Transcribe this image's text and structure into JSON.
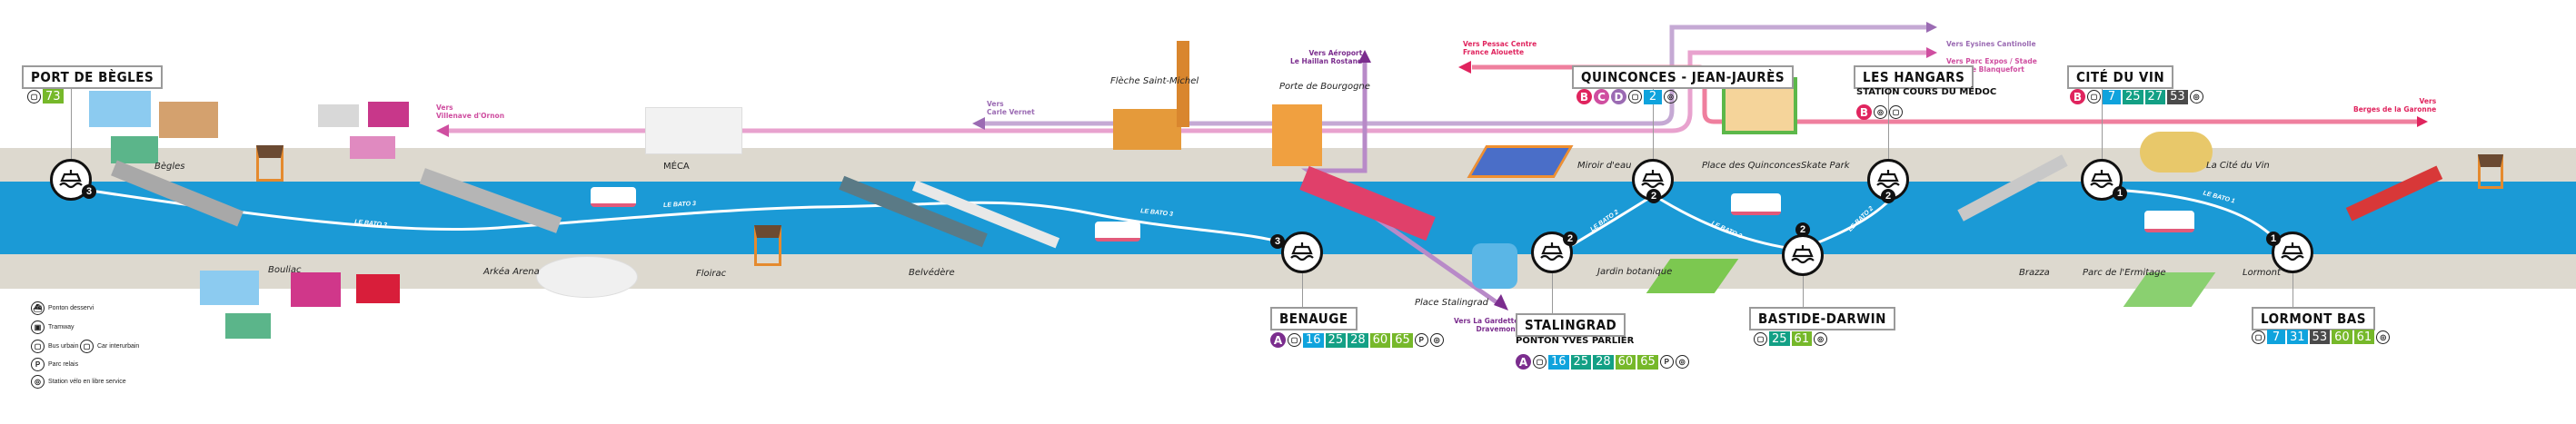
{
  "colors": {
    "river": "#1b9ad6",
    "bank": "#ddd9cf",
    "tram_A": "#7b2d8e",
    "tram_B": "#e0245e",
    "tram_C": "#cf4ea0",
    "tram_D": "#9b6bb3",
    "bus_blue": "#0fa3dd",
    "bus_teal": "#13a085",
    "bus_green": "#76b82a",
    "bus_dark": "#4a4a4a"
  },
  "legend": [
    {
      "icon": "ferry-pier-icon",
      "label": "Ponton desservi"
    },
    {
      "icon": "tram-icon",
      "label": "Tramway"
    },
    {
      "icon": "bus-icon",
      "label": "Bus urbain"
    },
    {
      "icon": "coach-icon",
      "label": "Car interurbain"
    },
    {
      "icon": "park-ride-icon",
      "label": "Parc relais"
    },
    {
      "icon": "bike-share-icon",
      "label": "Station vélo en libre service"
    }
  ],
  "stations": [
    {
      "id": "port-de-begles",
      "name": "PORT DE BÈGLES",
      "subtitle": "",
      "trams": [],
      "buses": [
        {
          "n": "73",
          "c": "green"
        }
      ],
      "services": [],
      "pier_number": "3"
    },
    {
      "id": "benauge",
      "name": "BENAUGE",
      "subtitle": "",
      "trams": [
        "A"
      ],
      "buses": [
        {
          "n": "16",
          "c": "blue"
        },
        {
          "n": "25",
          "c": "teal"
        },
        {
          "n": "28",
          "c": "teal"
        },
        {
          "n": "60",
          "c": "green"
        },
        {
          "n": "65",
          "c": "green"
        }
      ],
      "services": [
        "park-ride",
        "bike"
      ],
      "pier_number": "3"
    },
    {
      "id": "stalingrad",
      "name": "STALINGRAD",
      "subtitle": "PONTON YVES PARLIER",
      "trams": [
        "A"
      ],
      "buses": [
        {
          "n": "16",
          "c": "blue"
        },
        {
          "n": "25",
          "c": "teal"
        },
        {
          "n": "28",
          "c": "teal"
        },
        {
          "n": "60",
          "c": "green"
        },
        {
          "n": "65",
          "c": "green"
        }
      ],
      "services": [
        "park-ride",
        "bike"
      ],
      "pier_number": "2"
    },
    {
      "id": "quinconces",
      "name": "QUINCONCES - JEAN-JAURÈS",
      "subtitle": "",
      "trams": [
        "B",
        "C",
        "D"
      ],
      "buses": [
        {
          "n": "2",
          "c": "blue"
        }
      ],
      "services": [
        "bike"
      ],
      "pier_number": "2"
    },
    {
      "id": "bastide-darwin",
      "name": "BASTIDE-DARWIN",
      "subtitle": "",
      "trams": [],
      "buses": [
        {
          "n": "25",
          "c": "teal"
        },
        {
          "n": "61",
          "c": "green"
        }
      ],
      "services": [
        "bike"
      ],
      "pier_number": "2"
    },
    {
      "id": "les-hangars",
      "name": "LES HANGARS",
      "subtitle": "STATION COURS DU MÉDOC",
      "trams": [
        "B"
      ],
      "buses": [],
      "services": [
        "bike",
        "bus"
      ],
      "pier_number": "2"
    },
    {
      "id": "cite-du-vin",
      "name": "CITÉ DU VIN",
      "subtitle": "",
      "trams": [
        "B"
      ],
      "buses": [
        {
          "n": "7",
          "c": "blue"
        },
        {
          "n": "25",
          "c": "teal"
        },
        {
          "n": "27",
          "c": "teal"
        },
        {
          "n": "53",
          "c": "dark"
        }
      ],
      "services": [
        "bike"
      ],
      "pier_number": "1"
    },
    {
      "id": "lormont-bas",
      "name": "LORMONT BAS",
      "subtitle": "",
      "trams": [],
      "buses": [
        {
          "n": "7",
          "c": "blue"
        },
        {
          "n": "31",
          "c": "blue"
        },
        {
          "n": "53",
          "c": "dark"
        },
        {
          "n": "60",
          "c": "green"
        },
        {
          "n": "61",
          "c": "green"
        }
      ],
      "services": [
        "bike"
      ],
      "pier_number": "1"
    }
  ],
  "places": {
    "begles": "Bègles",
    "bouliac": "Bouliac",
    "meca": "MÉCA",
    "arkea": "Arkéa Arena",
    "floirac": "Floirac",
    "belvedere": "Belvédère",
    "fleche": "Flèche Saint-Michel",
    "porte": "Porte de Bourgogne",
    "place_stalingrad": "Place Stalingrad",
    "miroir": "Miroir d'eau",
    "place_quinconces": "Place des Quinconces",
    "skate": "Skate Park",
    "jardin": "Jardin botanique",
    "cite_vin": "La Cité du Vin",
    "brazza": "Brazza",
    "ermitage": "Parc de l'Ermitage",
    "lormont": "Lormont"
  },
  "destinations": {
    "villenave": "Vers\nVillenave d'Ornon",
    "carle_vernet": "Vers\nCarle Vernet",
    "aeroport": "Vers Aéroport\nLe Haillan Rostand",
    "pessac": "Vers Pessac Centre\nFrance Alouette",
    "eysines": "Vers Eysines Cantinolle",
    "parc_expos": "Vers Parc Expos / Stade\nGare de Blanquefort",
    "berges": "Vers\nBerges de la Garonne",
    "gardette": "Vers La Gardette\nDravemont"
  },
  "ferry_routes": {
    "bato3": "LE BATO 3",
    "bato2": "LE BATO 2",
    "bato1": "LE BATO 1"
  }
}
